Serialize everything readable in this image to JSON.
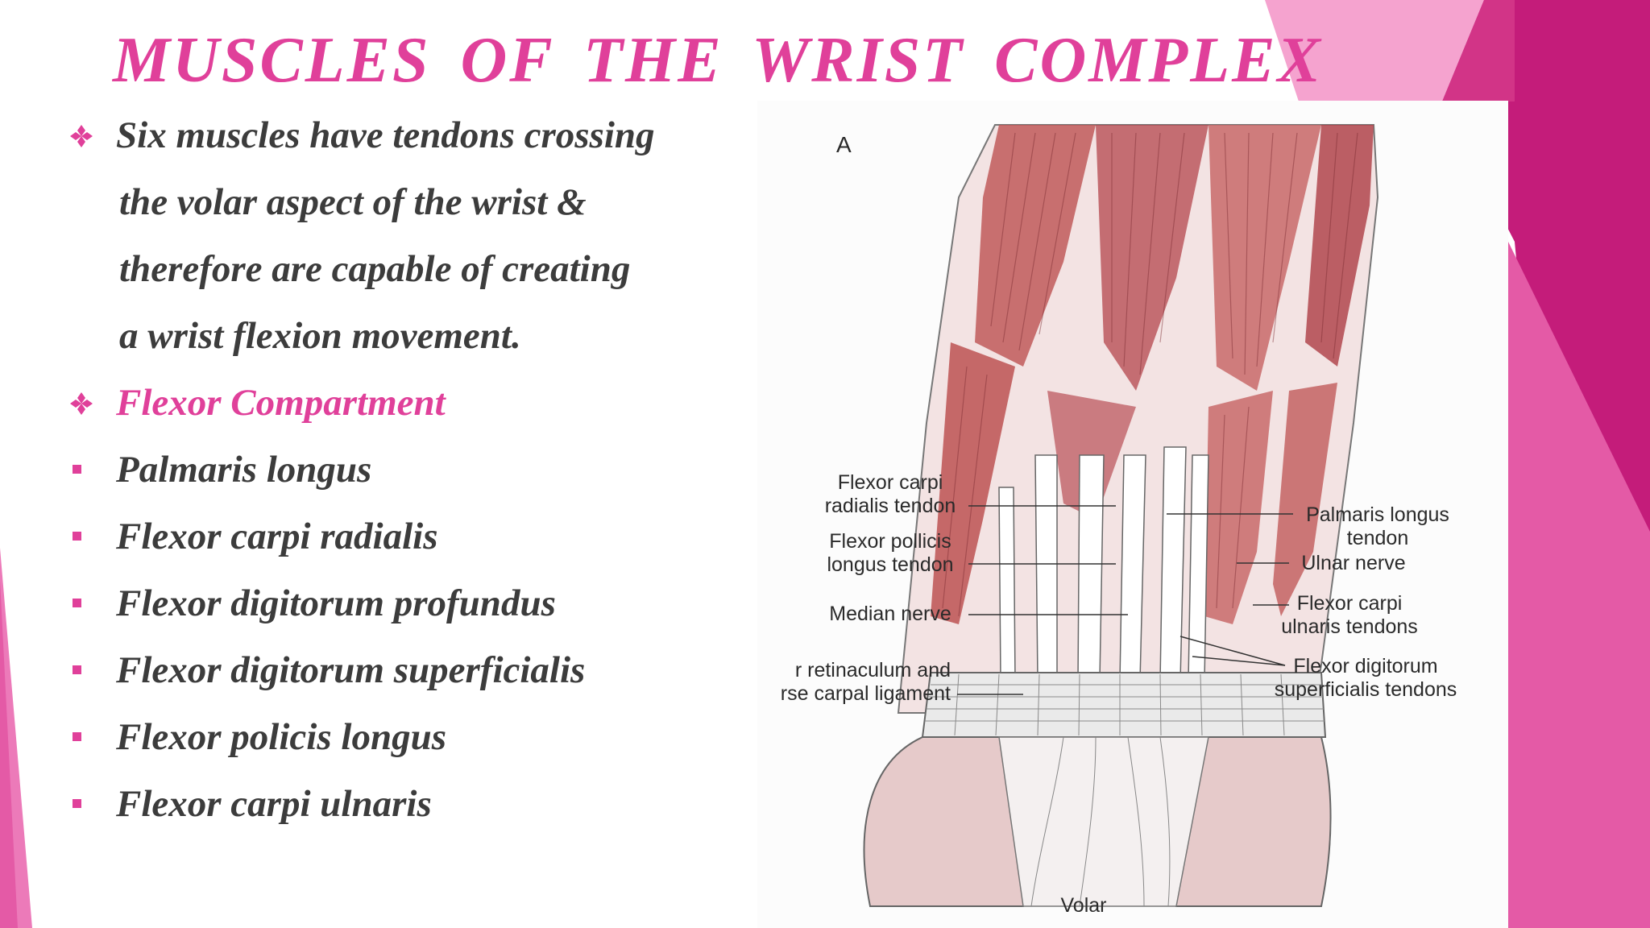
{
  "title": "MUSCLES  OF  THE  WRIST  COMPLEX",
  "bullets": [
    {
      "text": "Six muscles have tendons crossing",
      "marker": "diamond-icon",
      "style": "normal"
    },
    {
      "text": "the volar aspect of the wrist &",
      "marker": "",
      "style": "cont"
    },
    {
      "text": "therefore are capable of creating",
      "marker": "",
      "style": "cont"
    },
    {
      "text": "a wrist flexion movement.",
      "marker": "",
      "style": "cont"
    },
    {
      "text": "Flexor Compartment",
      "marker": "diamond-icon",
      "style": "pink"
    },
    {
      "text": "Palmaris longus",
      "marker": "square-bullet-icon",
      "style": "normal"
    },
    {
      "text": "Flexor carpi radialis",
      "marker": "square-bullet-icon",
      "style": "normal"
    },
    {
      "text": "Flexor digitorum profundus",
      "marker": "square-bullet-icon",
      "style": "normal"
    },
    {
      "text": "Flexor digitorum superficialis",
      "marker": "square-bullet-icon",
      "style": "normal"
    },
    {
      "text": "Flexor policis longus",
      "marker": "square-bullet-icon",
      "style": "normal"
    },
    {
      "text": "Flexor carpi ulnaris",
      "marker": "square-bullet-icon",
      "style": "normal"
    }
  ],
  "figure": {
    "panel_letter": "A",
    "caption": "Volar",
    "labels": {
      "fcr_1": "Flexor carpi",
      "fcr_2": "radialis tendon",
      "fpl_1": "Flexor pollicis",
      "fpl_2": "longus tendon",
      "median": "Median nerve",
      "retin_1": "r retinaculum and",
      "retin_2": "rse carpal ligament",
      "pl_1": "Palmaris longus",
      "pl_2": "tendon",
      "ulnar": "Ulnar nerve",
      "fcu_1": "Flexor carpi",
      "fcu_2": "ulnaris tendons",
      "fds_1": "Flexor digitorum",
      "fds_2": "superficialis tendons"
    }
  },
  "colors": {
    "accent_pink": "#e0409a",
    "body_text": "#3c3c3c",
    "deco_light": "#f5a3cf",
    "deco_mid": "#ec7ab9",
    "deco_dark": "#c41c7a",
    "muscle": "#c05a5a"
  }
}
